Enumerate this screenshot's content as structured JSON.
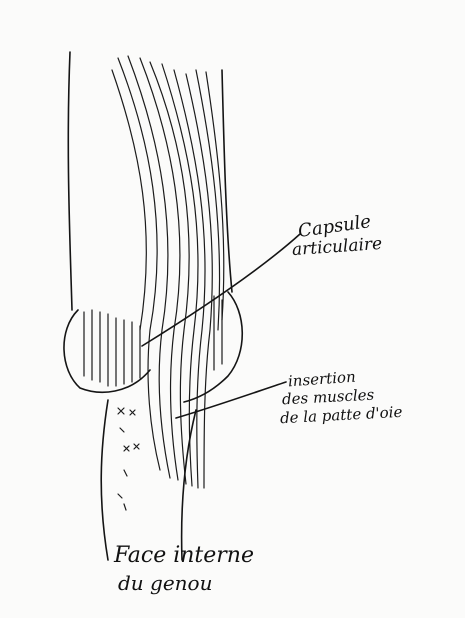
{
  "labels": {
    "capsule_line1": "Capsule",
    "capsule_line2": "articulaire",
    "insertion_line1": "insertion",
    "insertion_line2": "des muscles",
    "insertion_line3": "de la patte d'oie",
    "title_line1": "Face interne",
    "title_line2": "du genou"
  }
}
